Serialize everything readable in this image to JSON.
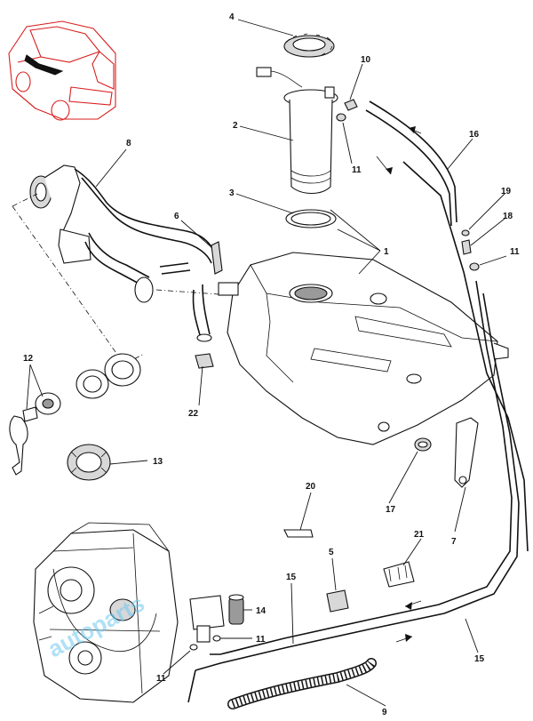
{
  "callouts": [
    "1",
    "2",
    "3",
    "4",
    "5",
    "6",
    "7",
    "8",
    "9",
    "10",
    "11",
    "12",
    "13",
    "14",
    "15",
    "16",
    "17",
    "18",
    "19",
    "20",
    "21",
    "22"
  ],
  "watermark": "autoparts",
  "colors": {
    "line": "#111111",
    "locator_car": "#d81e1e",
    "watermark": "#6ec8f0"
  }
}
